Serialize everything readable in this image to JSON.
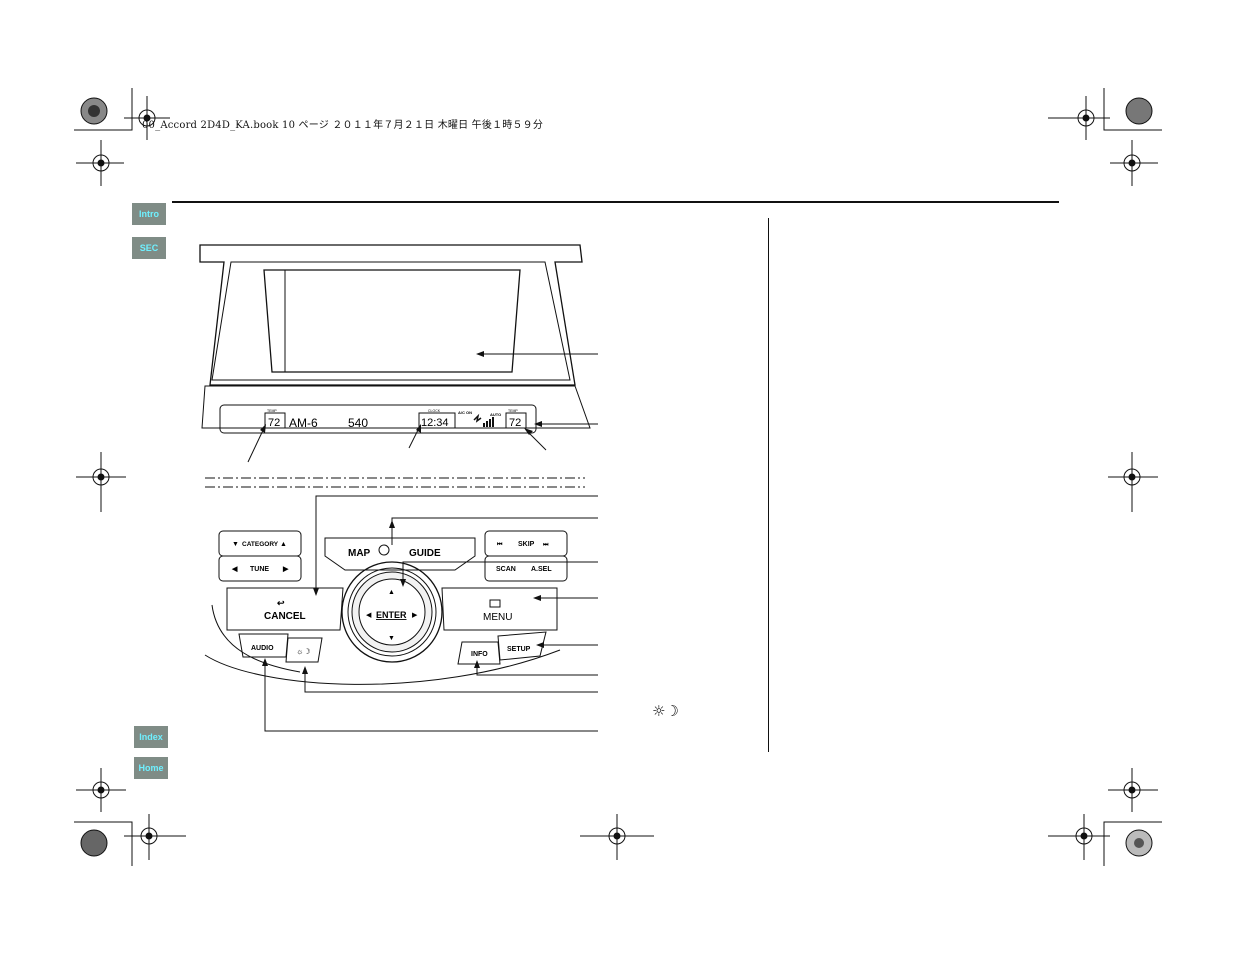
{
  "header": {
    "file_line": "00_Accord 2D4D_KA.book 10 ページ ２０１１年７月２１日 木曜日 午後１時５９分"
  },
  "side_nav": [
    {
      "label": "Intro"
    },
    {
      "label": "SEC"
    },
    {
      "label": "Index"
    },
    {
      "label": "Home"
    }
  ],
  "display": {
    "temp_caption_left": "TEMP",
    "temp_left": "72",
    "band": "AM-6",
    "frequency": "540",
    "clock_caption": "CLOCK",
    "clock": "12:34",
    "ac_label": "A/C ON",
    "auto_label": "AUTO",
    "temp_caption_right": "TEMP",
    "temp_right": "72"
  },
  "controls": {
    "category": "CATEGORY",
    "tune": "TUNE",
    "skip": "SKIP",
    "scan": "SCAN",
    "asel": "A.SEL",
    "map": "MAP",
    "guide": "GUIDE",
    "enter": "ENTER",
    "cancel": "CANCEL",
    "menu": "MENU",
    "audio": "AUDIO",
    "info": "INFO",
    "setup": "SETUP"
  },
  "legend_symbol": "☼☽",
  "icons": [
    "target-crop-mark",
    "starburst-registration-mark",
    "up-arrow-icon",
    "down-arrow-icon",
    "left-arrow-icon",
    "right-arrow-icon",
    "skip-back-icon",
    "skip-forward-icon",
    "voice-icon",
    "return-icon",
    "menu-icon",
    "brightness-icon"
  ]
}
